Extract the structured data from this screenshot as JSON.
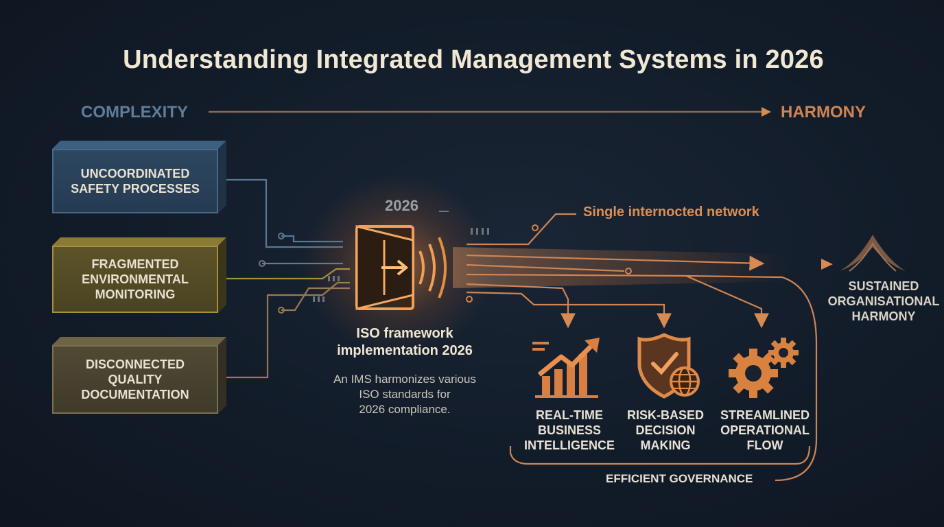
{
  "title": "Understanding Integrated Management Systems in 2026",
  "axis": {
    "left": "COMPLEXITY",
    "right": "HARMONY"
  },
  "inputs": [
    {
      "lines": [
        "UNCOORDINATED",
        "SAFETY PROCESSES"
      ]
    },
    {
      "lines": [
        "FRAGMENTED",
        "ENVIRONMENTAL",
        "MONITORING"
      ]
    },
    {
      "lines": [
        "DISCONNECTED",
        "QUALITY",
        "DOCUMENTATION"
      ]
    }
  ],
  "center": {
    "year": "2026",
    "title_lines": [
      "ISO framework",
      "implementation 2026"
    ],
    "desc_lines": [
      "An IMS harmonizes various",
      "ISO standards for",
      "2026 compliance."
    ],
    "icon": "door-arrow-icon"
  },
  "network_label": "Single internocted network",
  "outcome": {
    "lines": [
      "SUSTAINED",
      "ORGANISATIONAL",
      "HARMONY"
    ],
    "icon": "mountain-icon"
  },
  "benefits": [
    {
      "lines": [
        "REAL-TIME",
        "BUSINESS",
        "INTELLIGENCE"
      ],
      "icon": "growth-chart-icon"
    },
    {
      "lines": [
        "RISK-BASED",
        "DECISION",
        "MAKING"
      ],
      "icon": "shield-check-globe-icon"
    },
    {
      "lines": [
        "STREAMLINED",
        "OPERATIONAL",
        "FLOW"
      ],
      "icon": "gears-icon"
    }
  ],
  "governance": "EFFICIENT GOVERNANCE",
  "colors": {
    "accent": "#e08a4a",
    "blue": "#5f7d99",
    "gold": "#a78f3d",
    "bg": "#131d2a"
  }
}
